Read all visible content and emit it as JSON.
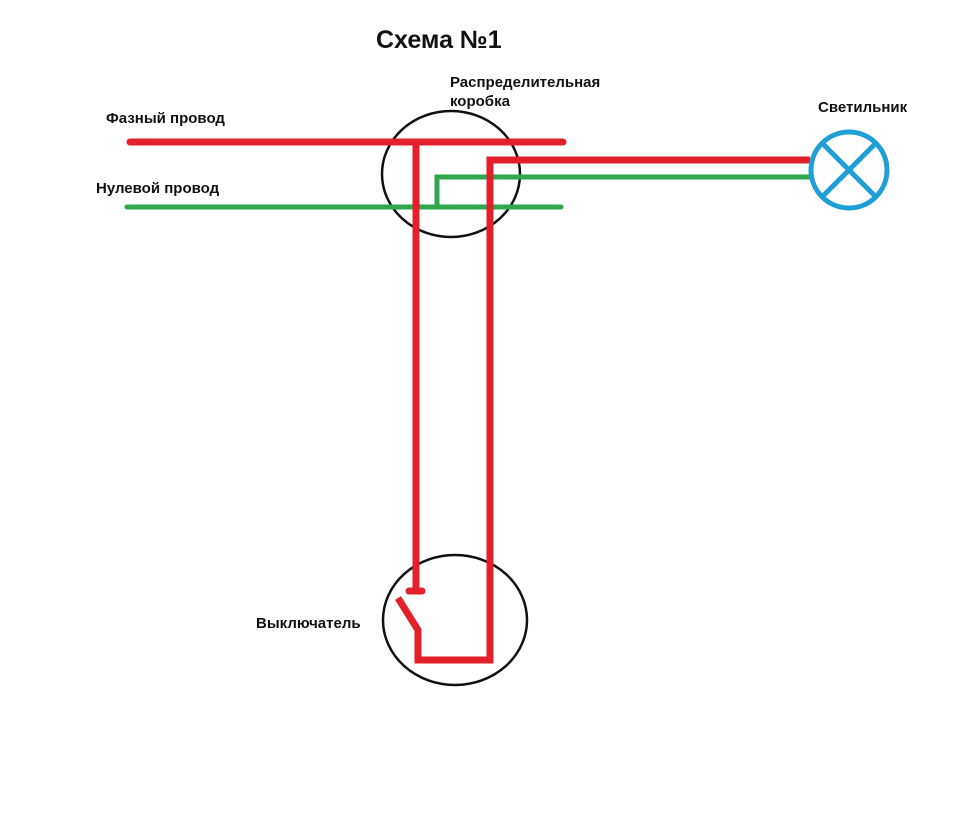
{
  "title": "Схема №1",
  "labels": {
    "phase_wire": "Фазный провод",
    "neutral_wire": "Нулевой провод",
    "junction_box_line1": "Распределительная",
    "junction_box_line2": "коробка",
    "lamp": "Светильник",
    "switch": "Выключатель"
  },
  "colors": {
    "phase": "#e3202a",
    "neutral": "#2ea84a",
    "lamp": "#1f9fd6",
    "outline": "#111111"
  }
}
